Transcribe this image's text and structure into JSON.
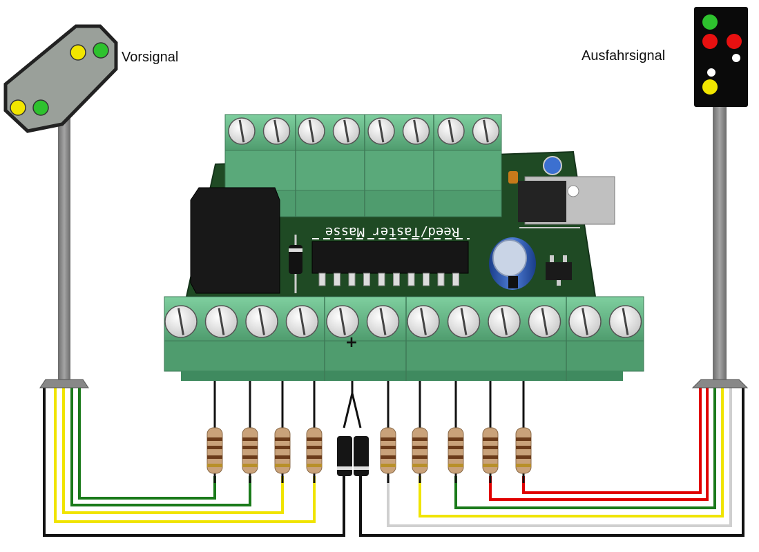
{
  "labels": {
    "vorsignal": "Vorsignal",
    "ausfahrsignal": "Ausfahrsignal",
    "pcb_silkscreen": "Reed/Taster Masse",
    "plus_marker": "+"
  },
  "colors": {
    "pcb_green": "#1f4a24",
    "terminal_green": "#69b98a",
    "wire_yellow": "#f0e400",
    "wire_green": "#1a7a1a",
    "wire_red": "#e00000",
    "wire_white": "#cfcfcf",
    "wire_black": "#111111",
    "lamp_yellow": "#f2e600",
    "lamp_green": "#2ec22e",
    "lamp_red": "#e81010",
    "lamp_white": "#ffffff",
    "mast_gray": "#8a8a8a"
  },
  "components": {
    "top_terminal_screws": 8,
    "bottom_terminal_screws": 12,
    "ic_pins_per_side": 10,
    "resistors": 9,
    "diodes": 2
  },
  "vorsignal": {
    "lamps": [
      "lamp_yellow",
      "lamp_green",
      "lamp_yellow",
      "lamp_green"
    ]
  },
  "ausfahrsignal": {
    "lamps": [
      "lamp_green",
      "lamp_red",
      "lamp_red",
      "lamp_white",
      "lamp_white",
      "lamp_yellow"
    ]
  }
}
